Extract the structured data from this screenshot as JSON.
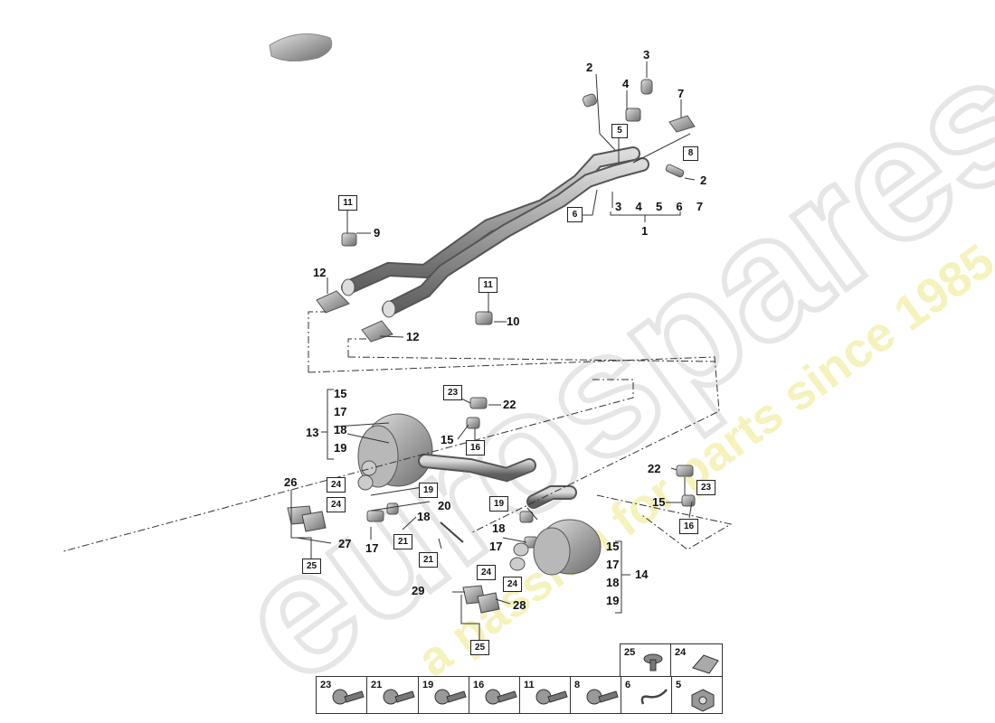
{
  "watermark": {
    "brand": "eurospares",
    "tagline": "a passion for parts since 1985",
    "brand_color": "#e6e6e6",
    "tagline_color": "#f3f0a0"
  },
  "callouts": {
    "c2a": "2",
    "c3": "3",
    "c4": "4",
    "c5box": "5",
    "c7": "7",
    "c8box": "8",
    "c2b": "2",
    "c6box": "6",
    "c1": "1",
    "c11a": "11",
    "c9": "9",
    "c12a": "12",
    "c11b": "11",
    "c10": "10",
    "c12b": "12",
    "c23a": "23",
    "c22a": "22",
    "c13": "13",
    "c15a": "15",
    "c16a": "16",
    "c26": "26",
    "c24a": "24",
    "c24b": "24",
    "c19a": "19",
    "c20": "20",
    "c18a": "18",
    "c17a": "17",
    "c21a": "21",
    "c21b": "21",
    "c27": "27",
    "c25a": "25",
    "c19b": "19",
    "c18b": "18",
    "c17b": "17",
    "c22b": "22",
    "c23b": "23",
    "c15b": "15",
    "c16b": "16",
    "c14": "14",
    "c24c": "24",
    "c24d": "24",
    "c29": "29",
    "c28": "28",
    "c25b": "25"
  },
  "group1": [
    "3",
    "4",
    "5",
    "6",
    "7"
  ],
  "group13": [
    "15",
    "17",
    "18",
    "19"
  ],
  "group14": [
    "15",
    "17",
    "18",
    "19"
  ],
  "legend": {
    "top": [
      {
        "num": "25",
        "icon": "screw-icon"
      },
      {
        "num": "24",
        "icon": "clip-icon"
      }
    ],
    "bottom": [
      {
        "num": "23",
        "icon": "bolt-icon"
      },
      {
        "num": "21",
        "icon": "bolt-icon"
      },
      {
        "num": "19",
        "icon": "bolt-icon"
      },
      {
        "num": "16",
        "icon": "bolt-icon"
      },
      {
        "num": "11",
        "icon": "bolt-icon"
      },
      {
        "num": "8",
        "icon": "bolt-icon"
      },
      {
        "num": "6",
        "icon": "hook-icon"
      },
      {
        "num": "5",
        "icon": "nut-icon"
      }
    ]
  }
}
